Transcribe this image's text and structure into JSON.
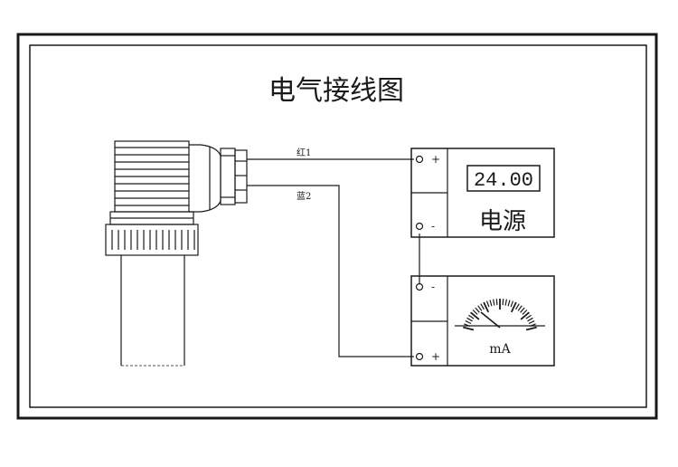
{
  "title": "电气接线图",
  "wires": {
    "red_label": "红1",
    "blue_label": "蓝2"
  },
  "power_supply": {
    "display_value": "24.00",
    "label": "电源",
    "plus_terminal": "+",
    "minus_terminal": "-"
  },
  "ammeter": {
    "unit_label": "mA",
    "minus_terminal": "-",
    "plus_terminal": "+"
  },
  "colors": {
    "line": "#1a1a1a",
    "background": "#ffffff"
  }
}
